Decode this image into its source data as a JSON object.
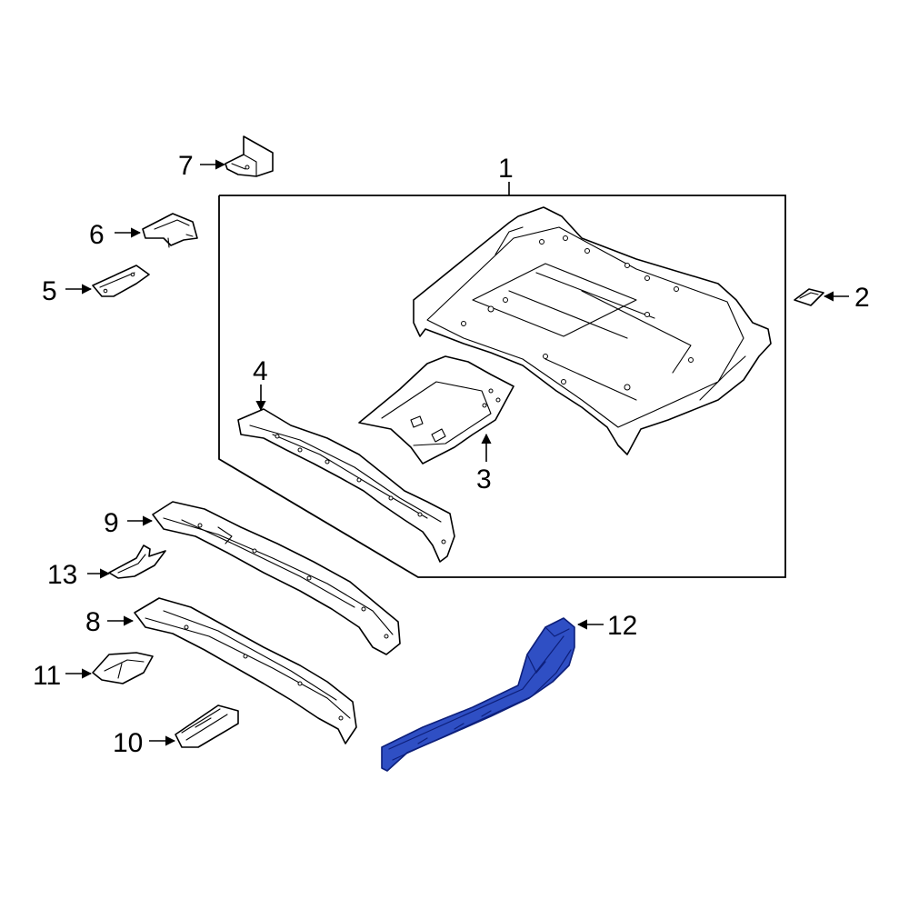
{
  "diagram": {
    "highlight_color": "#2f4fc4",
    "highlight_stroke": "#0d1f7a",
    "line_color": "#000000",
    "background": "#ffffff",
    "callouts": [
      {
        "id": "c1",
        "label": "1"
      },
      {
        "id": "c2",
        "label": "2"
      },
      {
        "id": "c3",
        "label": "3"
      },
      {
        "id": "c4",
        "label": "4"
      },
      {
        "id": "c5",
        "label": "5"
      },
      {
        "id": "c6",
        "label": "6"
      },
      {
        "id": "c7",
        "label": "7"
      },
      {
        "id": "c8",
        "label": "8"
      },
      {
        "id": "c9",
        "label": "9"
      },
      {
        "id": "c10",
        "label": "10"
      },
      {
        "id": "c11",
        "label": "11"
      },
      {
        "id": "c12",
        "label": "12",
        "highlighted": true
      },
      {
        "id": "c13",
        "label": "13"
      }
    ]
  }
}
